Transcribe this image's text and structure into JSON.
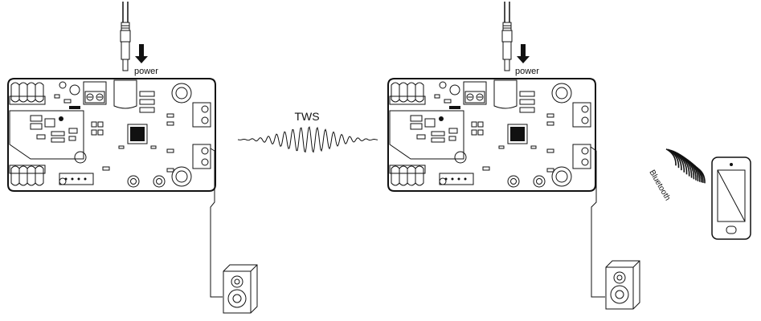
{
  "labels": {
    "power_left": "power",
    "power_right": "power",
    "tws": "TWS",
    "bluetooth": "Bluetooth"
  },
  "colors": {
    "line": "#111111",
    "background": "#ffffff"
  }
}
